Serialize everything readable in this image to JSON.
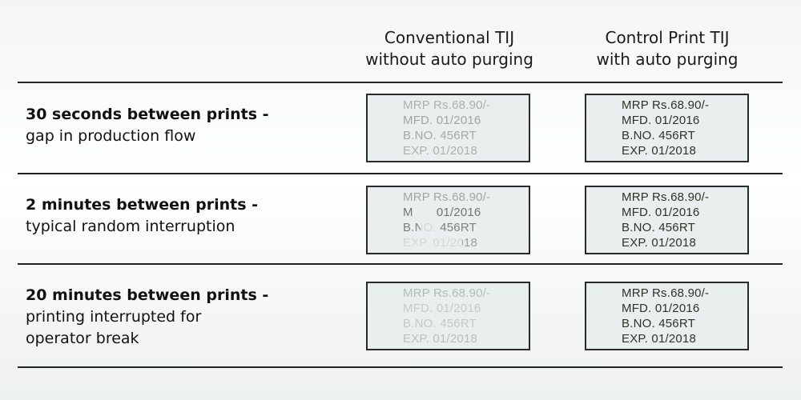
{
  "columns": {
    "conventional": {
      "line1": "Conventional TIJ",
      "line2": "without auto purging"
    },
    "control": {
      "line1": "Control Print TIJ",
      "line2": "with auto purging"
    }
  },
  "rows": [
    {
      "title": "30 seconds between prints -",
      "desc": [
        "gap in production flow"
      ]
    },
    {
      "title": "2 minutes between prints -",
      "desc": [
        "typical random interruption"
      ]
    },
    {
      "title": "20 minutes between prints -",
      "desc": [
        "printing interrupted for",
        "operator break"
      ]
    }
  ],
  "print_sample": {
    "mrp": "MRP Rs.68.90/-",
    "mfd": "MFD. 01/2016",
    "bno": "B.NO. 456RT",
    "exp": "EXP. 01/2018"
  }
}
